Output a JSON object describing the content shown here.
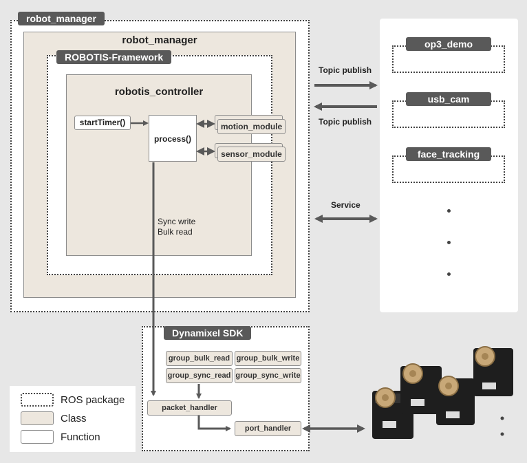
{
  "robot_manager_pkg": {
    "tag": "robot_manager"
  },
  "robot_manager_cls": {
    "title": "robot_manager"
  },
  "framework": {
    "tag": "ROBOTIS-Framework"
  },
  "controller": {
    "title": "robotis_controller",
    "start_timer": "startTimer()",
    "process": "process()",
    "motion_module": "motion_module",
    "sensor_module": "sensor_module",
    "sync_write": "Sync write",
    "bulk_read": "Bulk read"
  },
  "ros_packages": [
    {
      "label": "op3_demo"
    },
    {
      "label": "usb_cam"
    },
    {
      "label": "face_tracking"
    }
  ],
  "arrows": {
    "topic_publish_top": "Topic publish",
    "topic_publish_bottom": "Topic publish",
    "service": "Service"
  },
  "sdk": {
    "tag": "Dynamixel SDK",
    "group_bulk_read": "group_bulk_read",
    "group_bulk_write": "group_bulk_write",
    "group_sync_read": "group_sync_read",
    "group_sync_write": "group_sync_write",
    "packet_handler": "packet_handler",
    "port_handler": "port_handler"
  },
  "legend": {
    "ros_package": "ROS package",
    "class": "Class",
    "function": "Function"
  },
  "colors": {
    "background": "#e7e7e7",
    "class_fill": "#ede7de",
    "tag_fill": "#595959",
    "arrow": "#595959",
    "servo_body": "#1e1e1e",
    "servo_horn": "#c8a878"
  }
}
